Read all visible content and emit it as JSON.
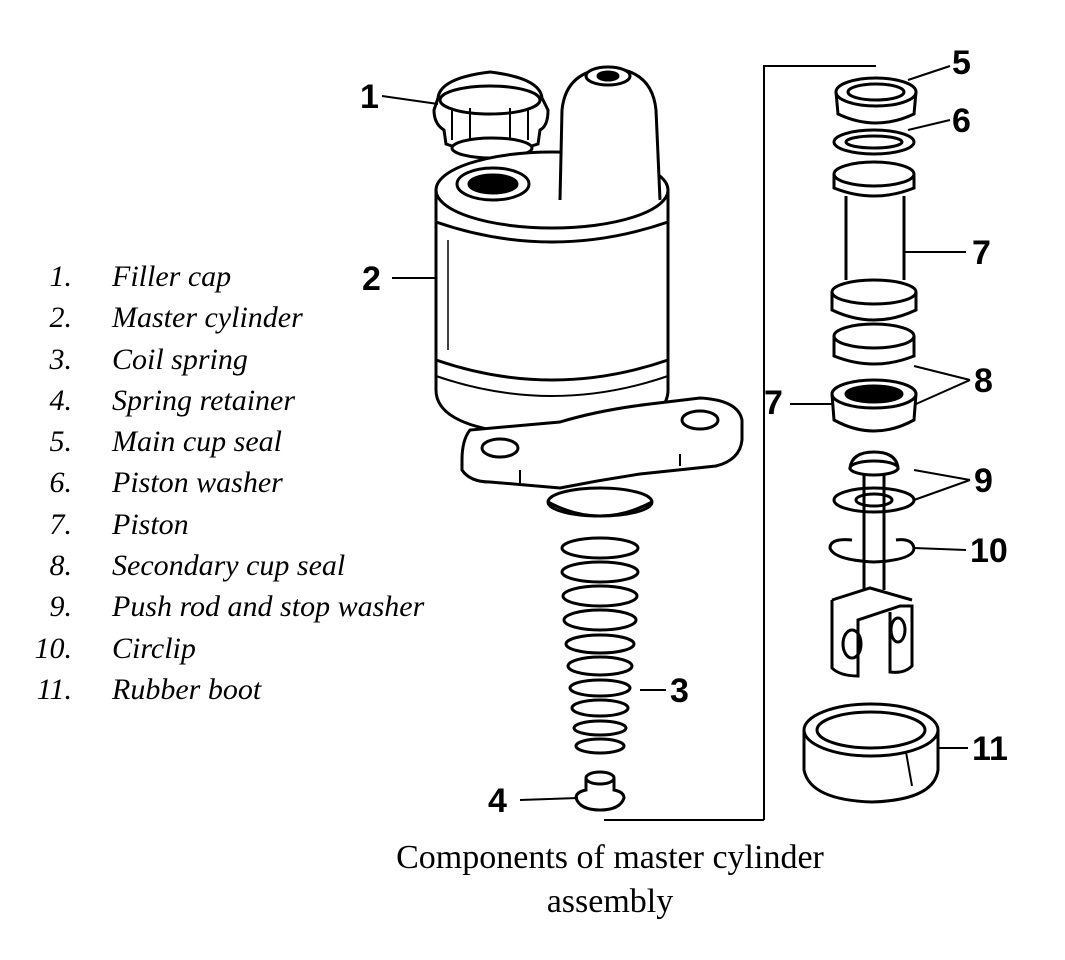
{
  "legend": {
    "items": [
      {
        "num": "1.",
        "label": "Filler cap"
      },
      {
        "num": "2.",
        "label": "Master cylinder"
      },
      {
        "num": "3.",
        "label": "Coil spring"
      },
      {
        "num": "4.",
        "label": "Spring retainer"
      },
      {
        "num": "5.",
        "label": "Main cup seal"
      },
      {
        "num": "6.",
        "label": "Piston washer"
      },
      {
        "num": "7.",
        "label": "Piston"
      },
      {
        "num": "8.",
        "label": "Secondary cup seal"
      },
      {
        "num": "9.",
        "label": "Push rod and stop washer"
      },
      {
        "num": "10.",
        "label": "Circlip"
      },
      {
        "num": "11.",
        "label": "Rubber boot"
      }
    ]
  },
  "callouts": {
    "c1": "1",
    "c2": "2",
    "c3": "3",
    "c4": "4",
    "c5": "5",
    "c6": "6",
    "c7a": "7",
    "c7b": "7",
    "c8": "8",
    "c9": "9",
    "c10": "10",
    "c11": "11"
  },
  "caption": {
    "line1": "Components of master cylinder",
    "line2": "assembly"
  }
}
